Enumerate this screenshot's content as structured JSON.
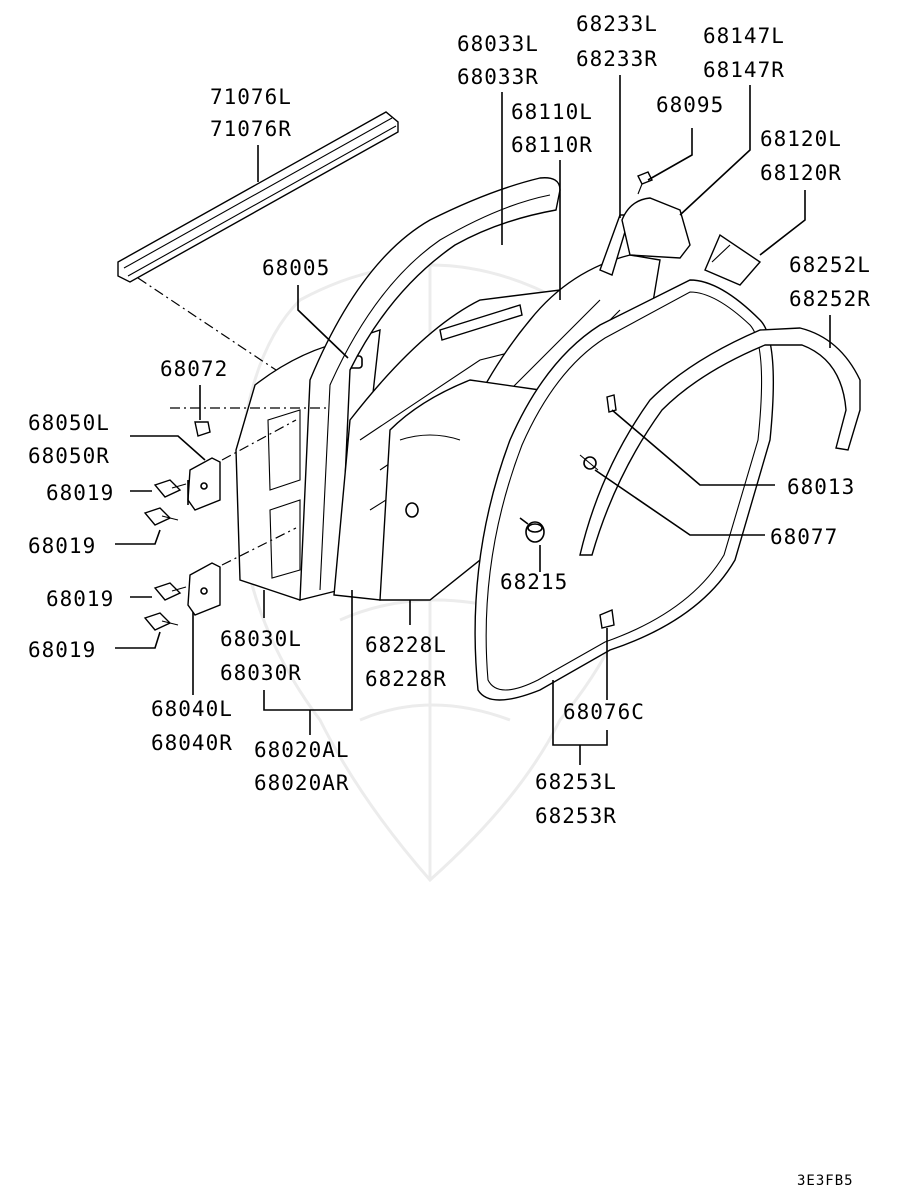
{
  "diagram": {
    "code": "3E3FB5",
    "labels": {
      "l71076L": "71076L",
      "l71076R": "71076R",
      "l68033L": "68033L",
      "l68033R": "68033R",
      "l68233L": "68233L",
      "l68233R": "68233R",
      "l68147L": "68147L",
      "l68147R": "68147R",
      "l68095": "68095",
      "l68110L": "68110L",
      "l68110R": "68110R",
      "l68120L": "68120L",
      "l68120R": "68120R",
      "l68005": "68005",
      "l68252L": "68252L",
      "l68252R": "68252R",
      "l68072": "68072",
      "l68050L": "68050L",
      "l68050R": "68050R",
      "l68019a": "68019",
      "l68019b": "68019",
      "l68019c": "68019",
      "l68019d": "68019",
      "l68013": "68013",
      "l68077": "68077",
      "l68215": "68215",
      "l68030L": "68030L",
      "l68030R": "68030R",
      "l68228L": "68228L",
      "l68228R": "68228R",
      "l68040L": "68040L",
      "l68040R": "68040R",
      "l68076C": "68076C",
      "l68020AL": "68020AL",
      "l68020AR": "68020AR",
      "l68253L": "68253L",
      "l68253R": "68253R"
    }
  }
}
